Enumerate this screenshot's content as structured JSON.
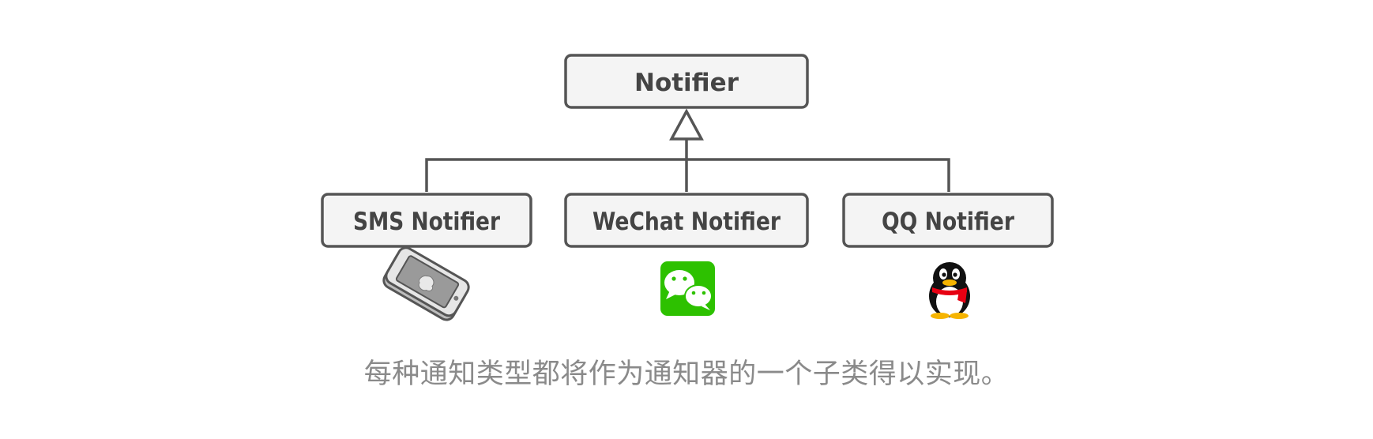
{
  "diagram": {
    "parent": {
      "label": "Notifier"
    },
    "children": [
      {
        "label": "SMS Notifier",
        "icon": "phone-icon"
      },
      {
        "label": "WeChat Notifier",
        "icon": "wechat-icon"
      },
      {
        "label": "QQ Notifier",
        "icon": "qq-penguin-icon"
      }
    ],
    "relationship": "inheritance",
    "caption": "每种通知类型都将作为通知器的一个子类得以实现。"
  },
  "colors": {
    "box_fill": "#f4f4f4",
    "stroke": "#555555",
    "text": "#444444",
    "caption": "#8a8a8a",
    "wechat_green": "#2dc100"
  }
}
